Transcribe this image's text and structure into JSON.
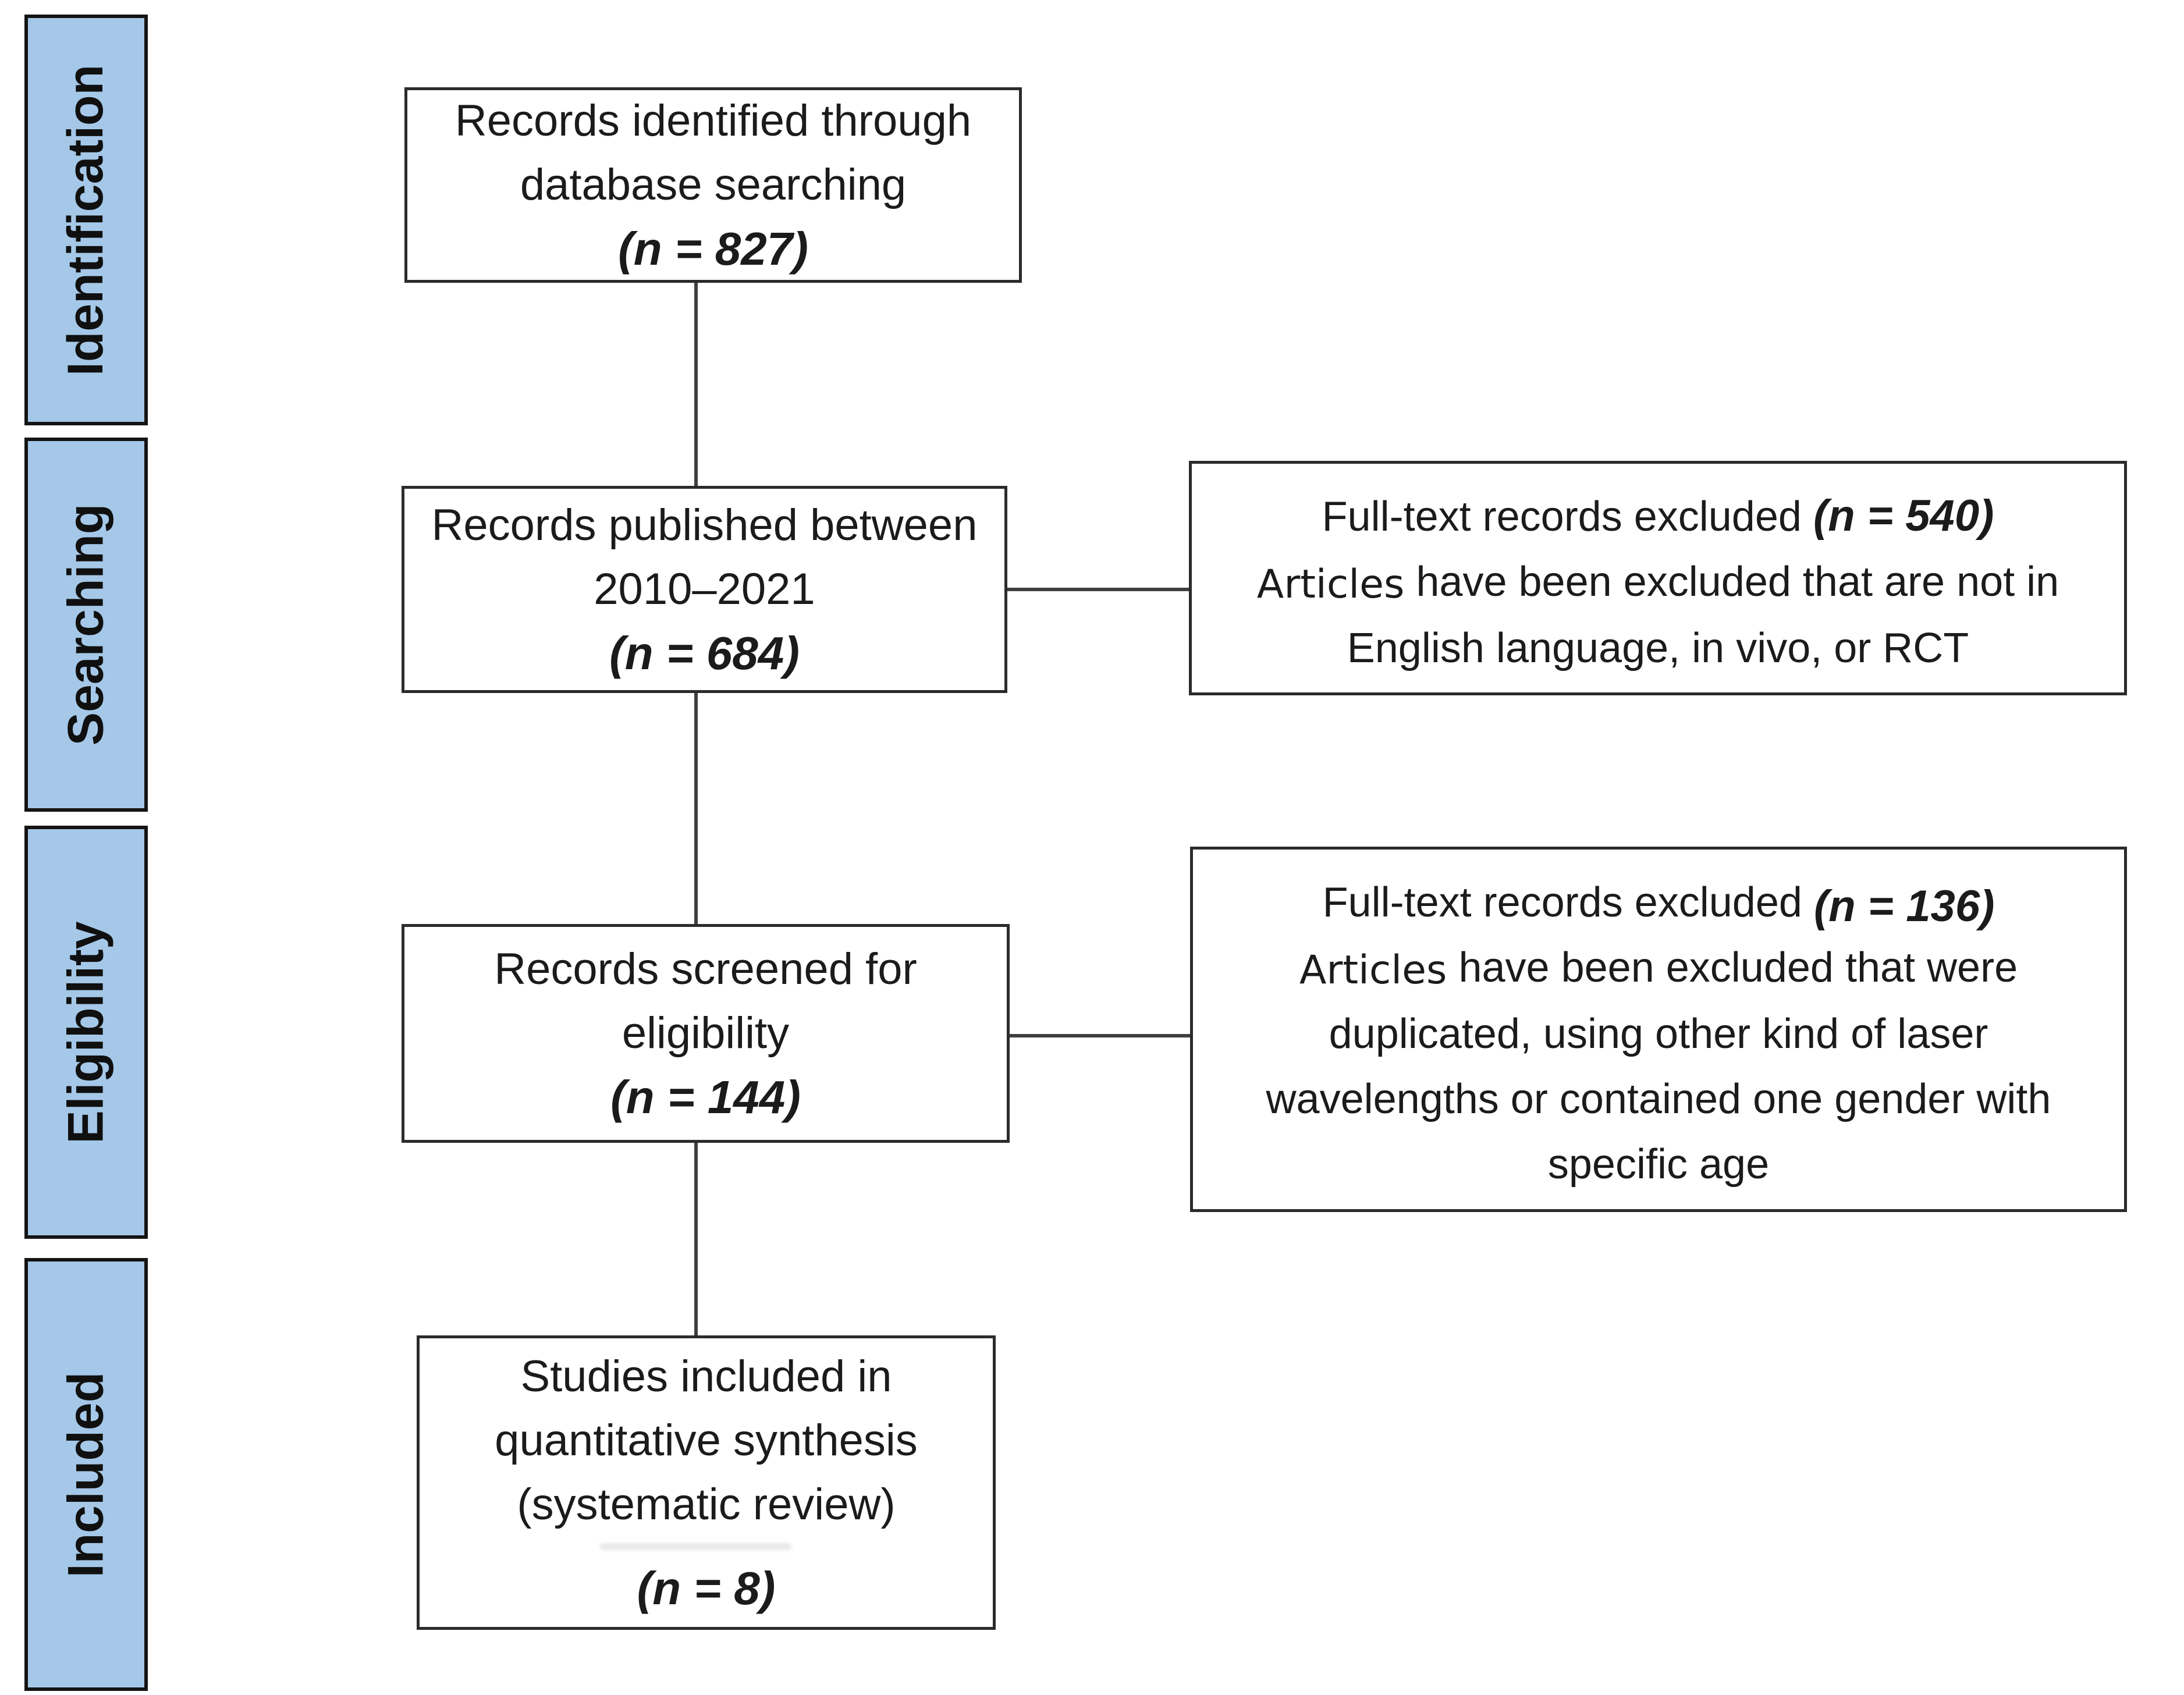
{
  "colors": {
    "background": "#ffffff",
    "sidebar_fill": "#a5c8e8",
    "sidebar_border": "#141414",
    "box_border": "#2b2b2b",
    "connector": "#3f3f3f",
    "text": "#1b1b1b"
  },
  "sidebar": {
    "stages": [
      {
        "label": "Identification"
      },
      {
        "label": "Searching"
      },
      {
        "label": "Eligibility"
      },
      {
        "label": "Included"
      }
    ]
  },
  "flow": {
    "identified": {
      "line1": "Records identified through",
      "line2": "database searching",
      "n": "(n = 827)"
    },
    "published": {
      "line1": "Records published between",
      "line2": "2010–2021",
      "n": "(n = 684)"
    },
    "screened": {
      "line1": "Records screened for",
      "line2": "eligibility",
      "n": "(n = 144)"
    },
    "included": {
      "line1": "Studies included in",
      "line2": "quantitative synthesis",
      "line3": "(systematic review)",
      "n": "(n = 8)"
    }
  },
  "exclusions": {
    "first": {
      "title": "Full-text records excluded",
      "n": "(n = 540)",
      "lead_word": "Articles",
      "line2_rest": " have been excluded that are not in",
      "line3": "English language, in vivo, or RCT"
    },
    "second": {
      "title": "Full-text records excluded",
      "n": "(n = 136)",
      "lead_word": "Articles",
      "line2_rest": " have been excluded that were",
      "line3": "duplicated, using other kind of laser",
      "line4": "wavelengths or contained one gender with",
      "line5": "specific age"
    }
  }
}
